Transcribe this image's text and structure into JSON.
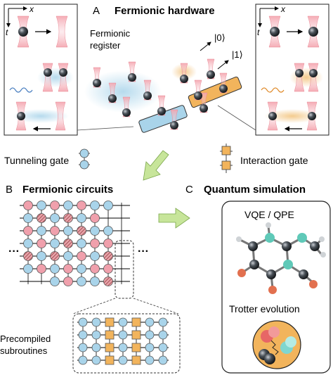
{
  "panel_a": {
    "letter": "A",
    "title": "Fermionic hardware",
    "register_label_line1": "Fermionic",
    "register_label_line2": "register",
    "ket0": "|0⟩",
    "ket1": "|1⟩",
    "axis_x": "x",
    "axis_t": "t",
    "axis_x_right": "x",
    "axis_t_right": "t",
    "tunneling_gate_label": "Tunneling gate",
    "interaction_gate_label": "Interaction gate"
  },
  "panel_b": {
    "letter": "B",
    "title": "Fermionic circuits",
    "ellipsis": "···",
    "precompiled_line1": "Precompiled",
    "precompiled_line2": "subroutines"
  },
  "panel_c": {
    "letter": "C",
    "title": "Quantum simulation",
    "vqe_label": "VQE / QPE",
    "trotter_label": "Trotter evolution"
  },
  "colors": {
    "tunneling": "#a9d4ea",
    "interaction": "#f2b45c",
    "pink": "#f0a0ac",
    "hatched": "#c9686f",
    "arrow_green": "#c7e59a",
    "atom": "#3a3f45"
  }
}
